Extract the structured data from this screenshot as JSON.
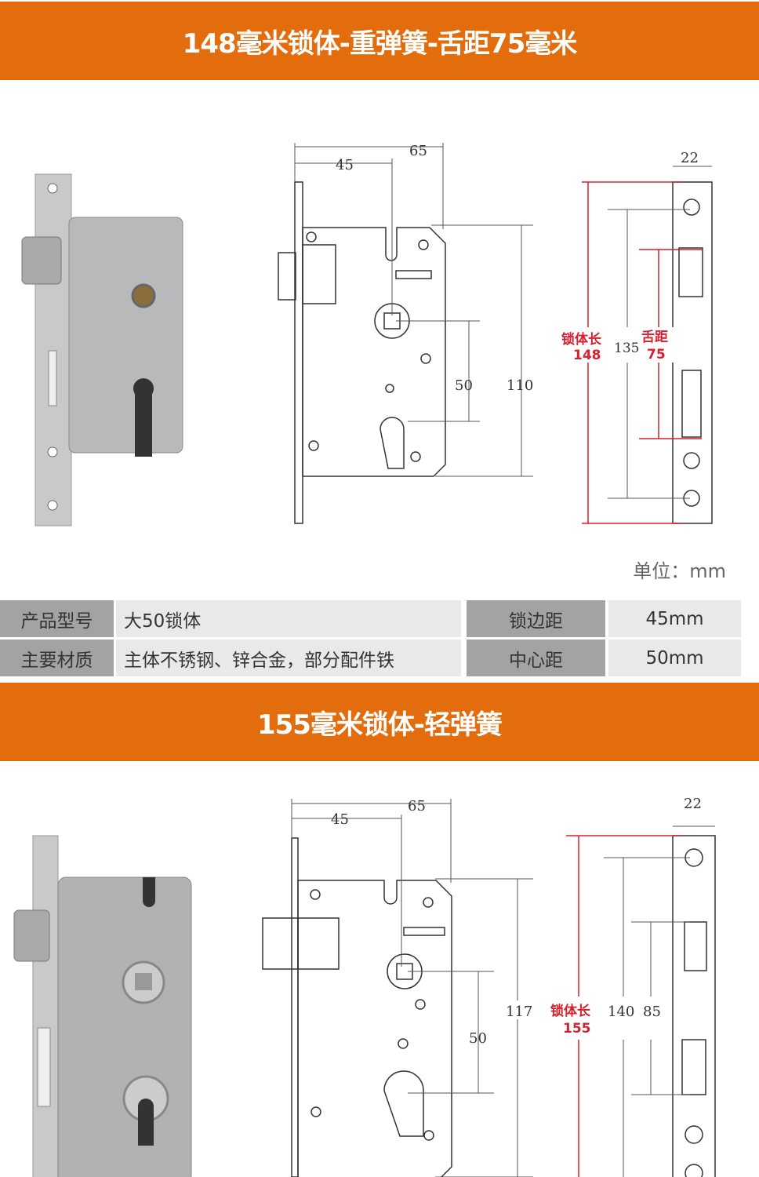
{
  "section1": {
    "title": "148毫米锁体-重弹簧-舌距75毫米",
    "dims": {
      "d45": "45",
      "d65": "65",
      "d50": "50",
      "d110": "110",
      "d22": "22",
      "d135": "135",
      "body_len_label": "锁体长",
      "body_len": "148",
      "tongue_label": "舌距",
      "tongue": "75"
    },
    "unit": "单位：mm"
  },
  "spec_table": {
    "rows": [
      {
        "label": "产品型号",
        "value": "大50锁体",
        "label2": "锁边距",
        "value2": "45mm"
      },
      {
        "label": "主要材质",
        "value": "主体不锈钢、锌合金，部分配件铁",
        "label2": "中心距",
        "value2": "50mm"
      }
    ]
  },
  "section2": {
    "title": "155毫米锁体-轻弹簧",
    "dims": {
      "d45": "45",
      "d65": "65",
      "d50": "50",
      "d117": "117",
      "d22": "22",
      "d140": "140",
      "d85": "85",
      "body_len_label": "锁体长",
      "body_len": "155"
    }
  },
  "colors": {
    "banner": "#e36c0d",
    "dim_red": "#d8202e"
  }
}
